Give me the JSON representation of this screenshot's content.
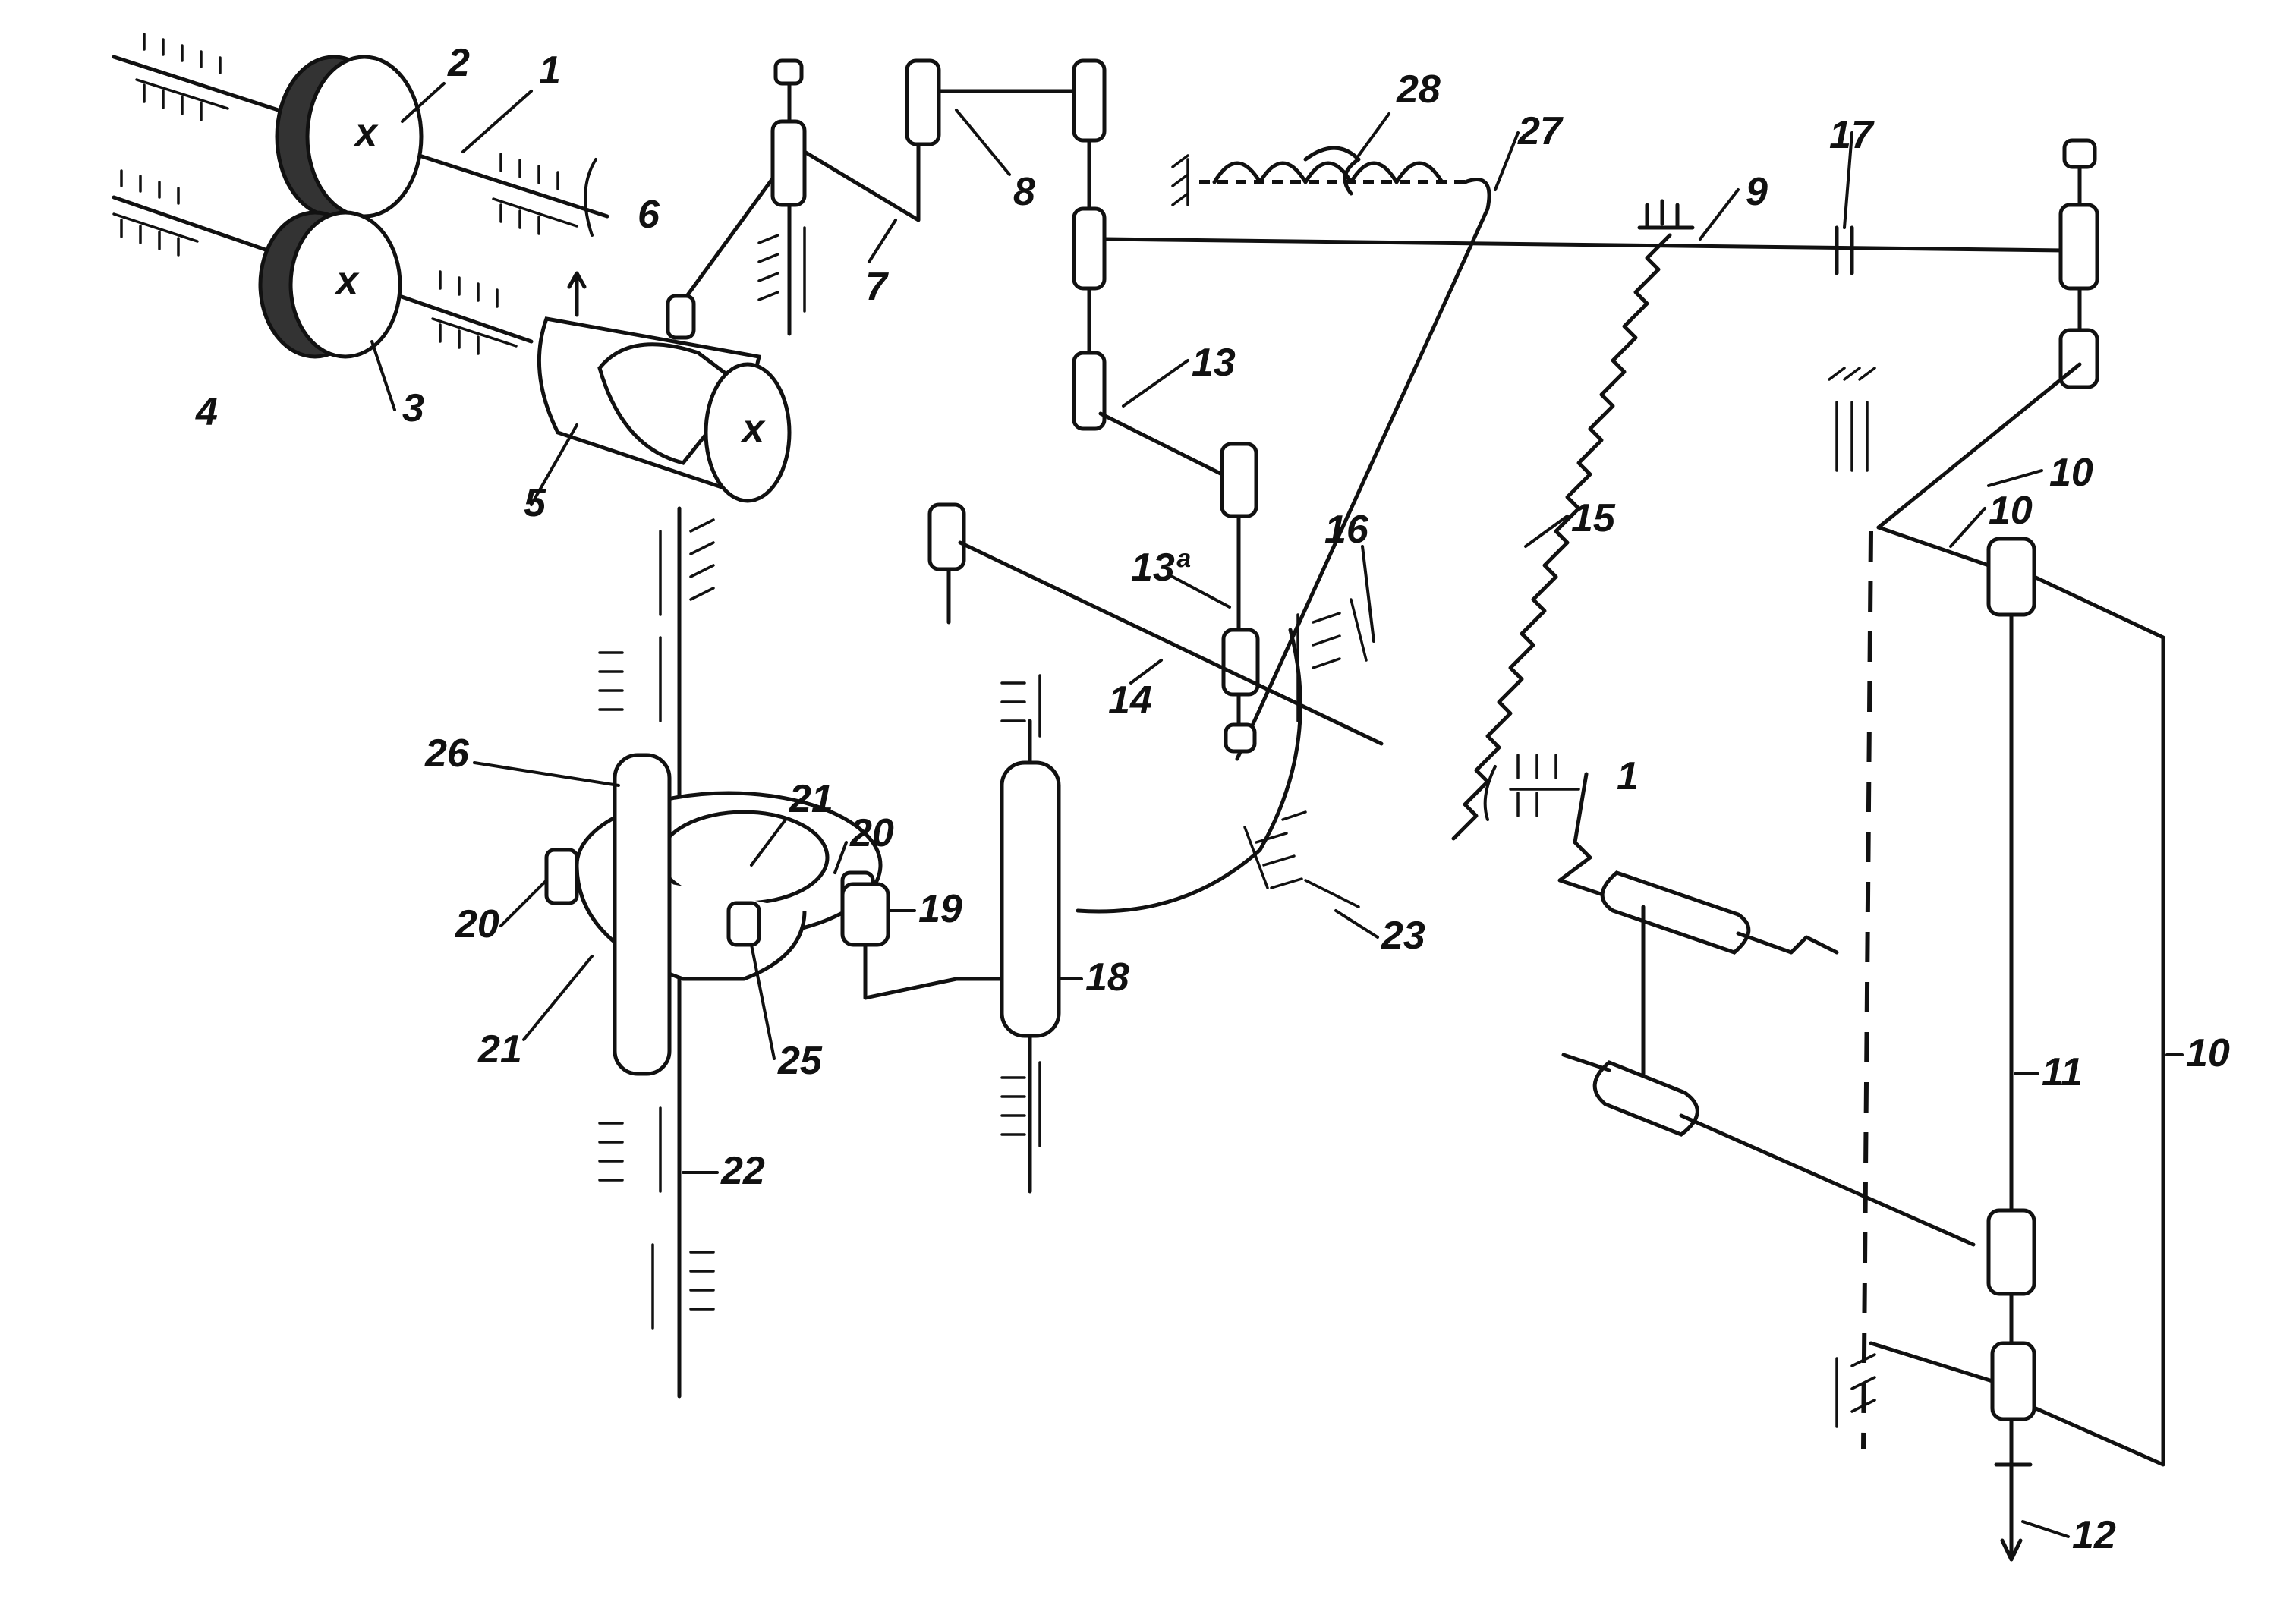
{
  "labels": {
    "l1a": "1",
    "l2": "2",
    "l3": "3",
    "l4": "4",
    "l5": "5",
    "l6": "6",
    "l7": "7",
    "l8": "8",
    "l9": "9",
    "l10a": "10",
    "l10b": "10",
    "l10c": "10",
    "l11": "11",
    "l12": "12",
    "l13": "13",
    "l13a": "13ª",
    "l14": "14",
    "l15": "15",
    "l16": "16",
    "l17": "17",
    "l18": "18",
    "l19": "19",
    "l20a": "20",
    "l20b": "20",
    "l21a": "21",
    "l21b": "21",
    "l22": "22",
    "l23": "23",
    "l25": "25",
    "l26": "26",
    "l27": "27",
    "l28": "28",
    "l1b": "1"
  }
}
